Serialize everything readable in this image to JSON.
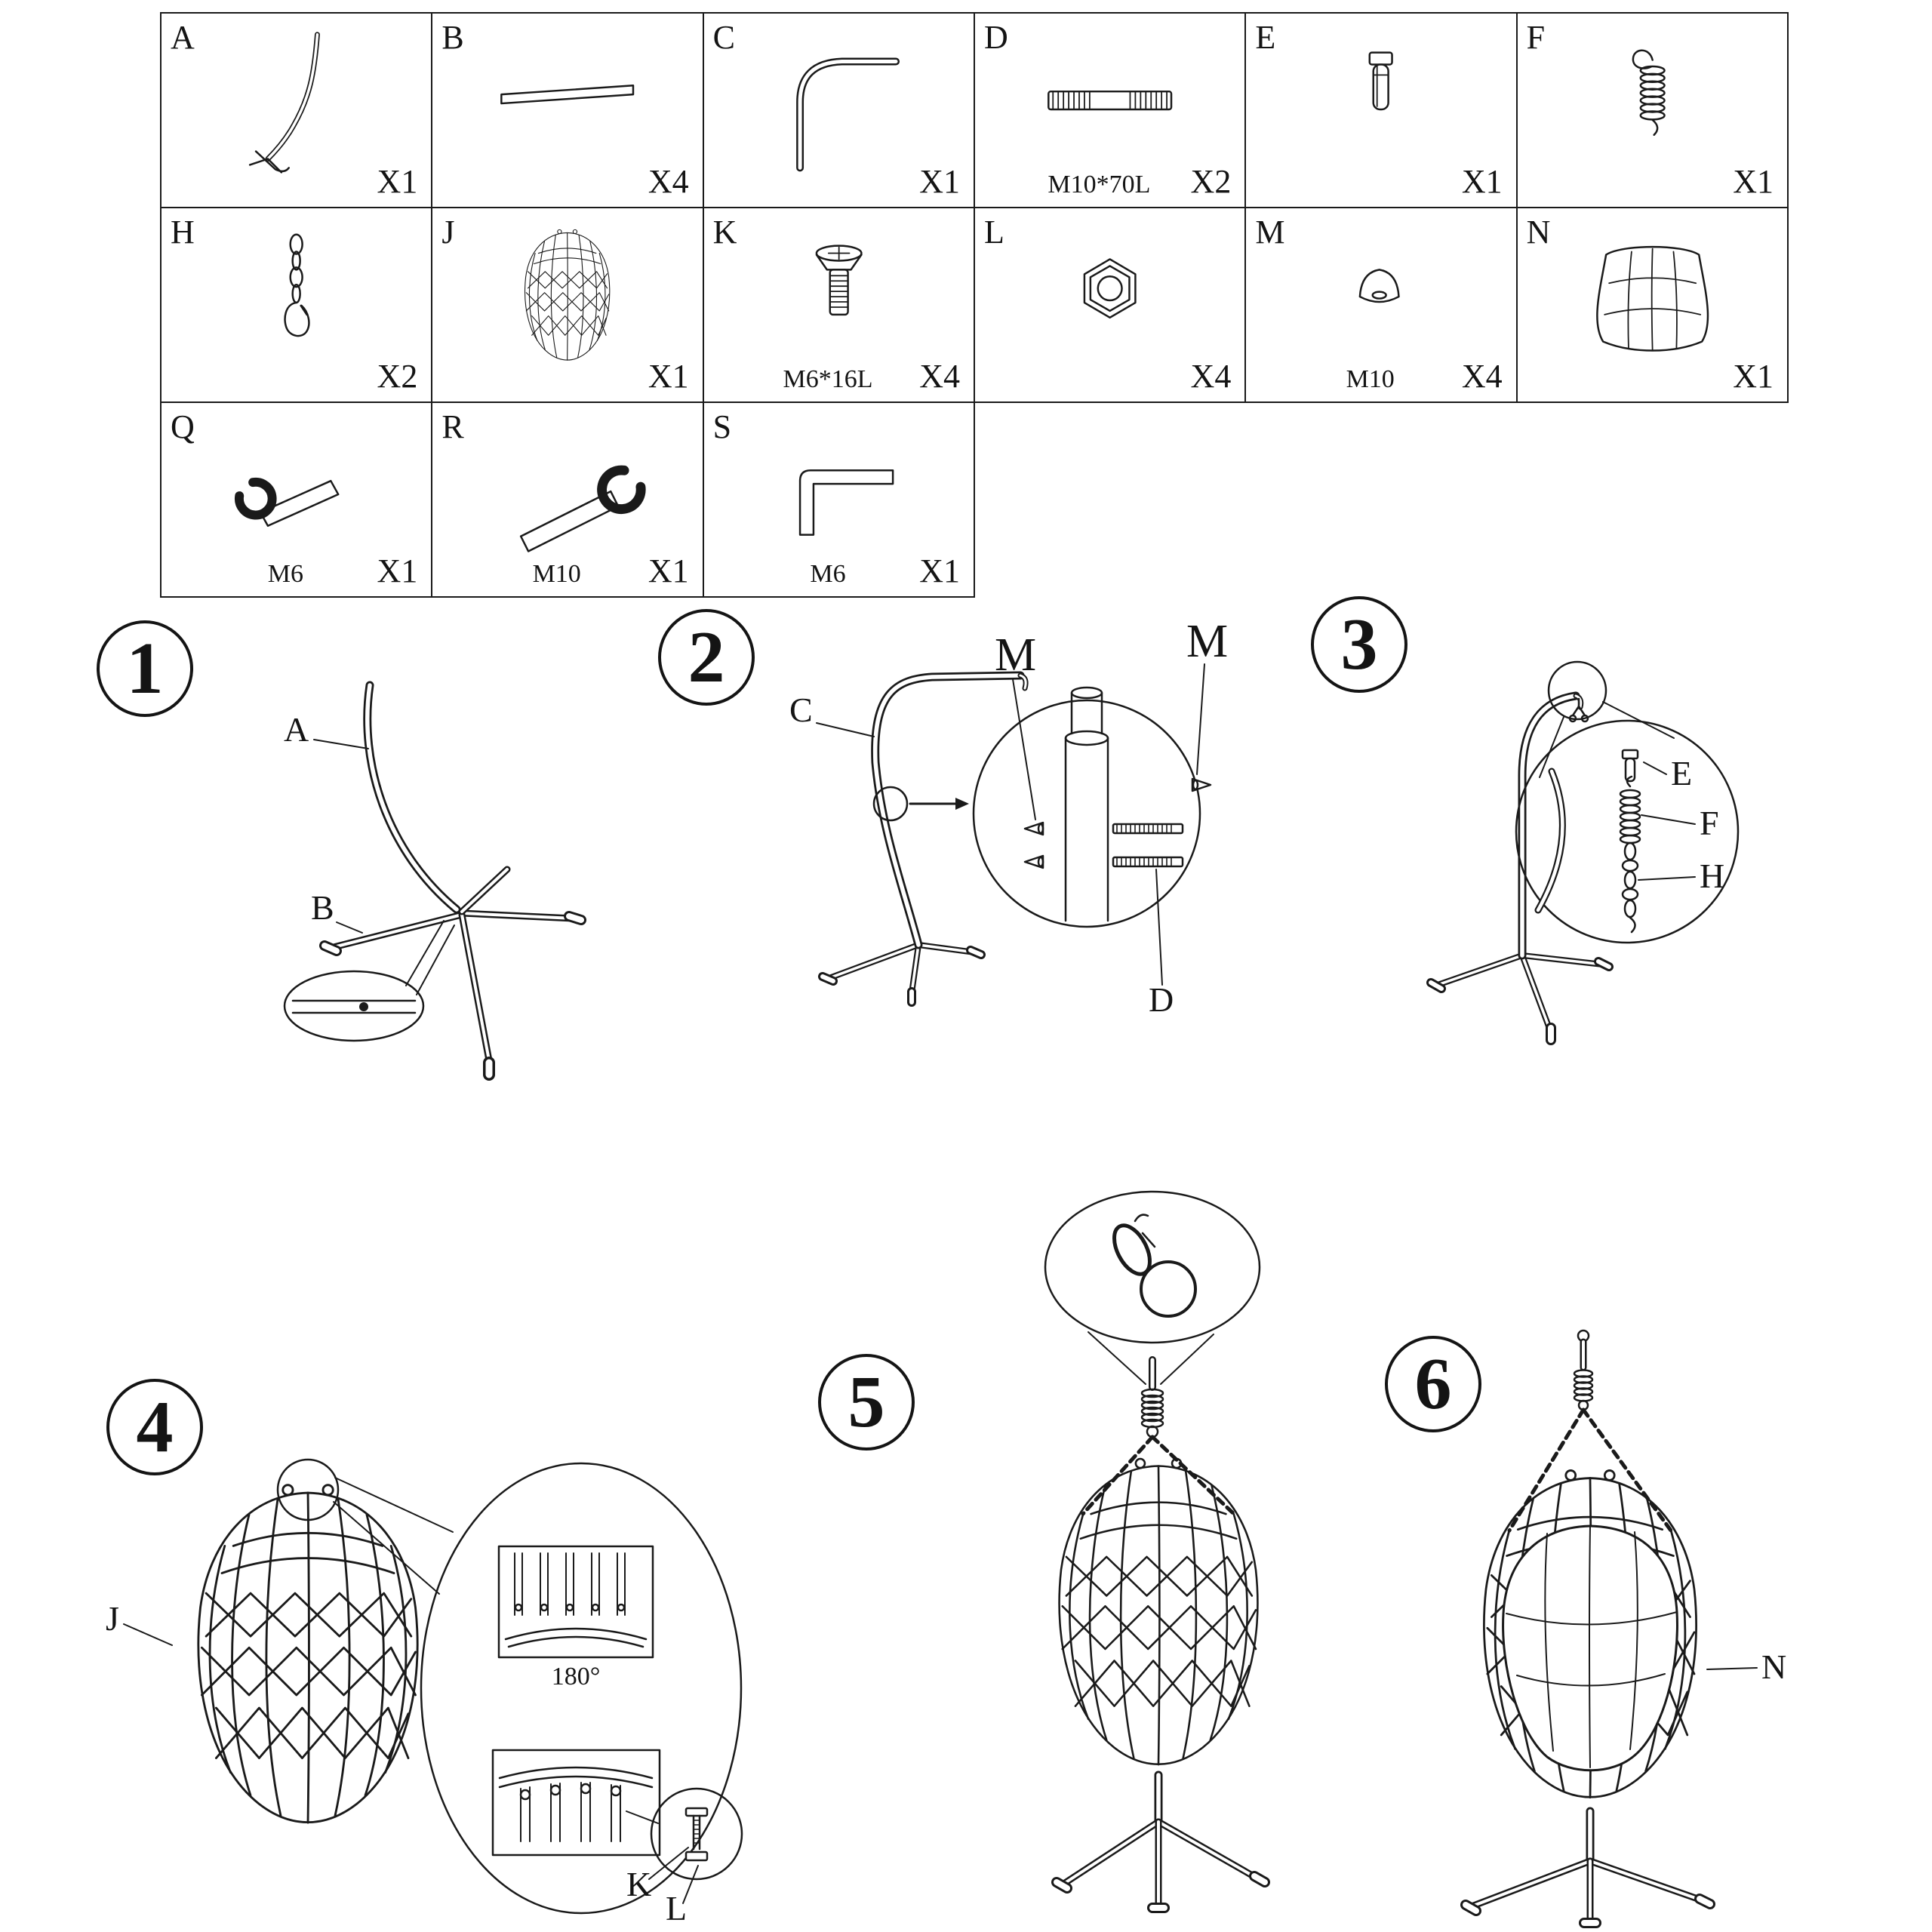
{
  "document": {
    "kind": "assembly-instructions",
    "product": "hanging egg chair with stand"
  },
  "parts_table": {
    "rows": [
      [
        {
          "id": "A",
          "qty": "X1",
          "spec": "",
          "icon": "curved-hook-rod-icon"
        },
        {
          "id": "B",
          "qty": "X4",
          "spec": "",
          "icon": "straight-tube-icon"
        },
        {
          "id": "C",
          "qty": "X1",
          "spec": "",
          "icon": "curved-pole-icon"
        },
        {
          "id": "D",
          "qty": "X2",
          "spec": "M10*70L",
          "icon": "threaded-rod-icon"
        },
        {
          "id": "E",
          "qty": "X1",
          "spec": "",
          "icon": "pin-bolt-icon"
        },
        {
          "id": "F",
          "qty": "X1",
          "spec": "",
          "icon": "spring-icon"
        }
      ],
      [
        {
          "id": "H",
          "qty": "X2",
          "spec": "",
          "icon": "chain-icon"
        },
        {
          "id": "J",
          "qty": "X1",
          "spec": "",
          "icon": "egg-chair-frame-icon"
        },
        {
          "id": "K",
          "qty": "X4",
          "spec": "M6*16L",
          "icon": "countersunk-bolt-icon"
        },
        {
          "id": "L",
          "qty": "X4",
          "spec": "",
          "icon": "hex-nut-icon"
        },
        {
          "id": "M",
          "qty": "X4",
          "spec": "M10",
          "icon": "cap-nut-icon"
        },
        {
          "id": "N",
          "qty": "X1",
          "spec": "",
          "icon": "cushion-icon"
        }
      ],
      [
        {
          "id": "Q",
          "qty": "X1",
          "spec": "M6",
          "icon": "wrench-small-icon"
        },
        {
          "id": "R",
          "qty": "X1",
          "spec": "M10",
          "icon": "wrench-large-icon"
        },
        {
          "id": "S",
          "qty": "X1",
          "spec": "M6",
          "icon": "allen-key-icon"
        }
      ]
    ]
  },
  "steps": [
    {
      "number": "1",
      "labels": {
        "A": "A",
        "B": "B"
      }
    },
    {
      "number": "2",
      "labels": {
        "C": "C",
        "M1": "M",
        "M2": "M",
        "D": "D"
      }
    },
    {
      "number": "3",
      "labels": {
        "E": "E",
        "F": "F",
        "H": "H"
      }
    },
    {
      "number": "4",
      "labels": {
        "J": "J",
        "angle": "180°",
        "K": "K",
        "L": "L"
      }
    },
    {
      "number": "5",
      "labels": {}
    },
    {
      "number": "6",
      "labels": {
        "N": "N"
      }
    }
  ]
}
